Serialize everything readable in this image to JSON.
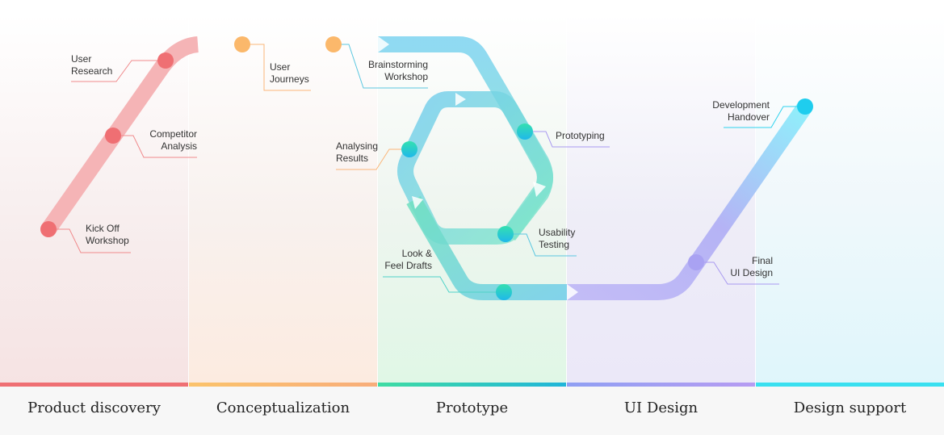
{
  "phases": [
    "Product discovery",
    "Conceptualization",
    "Prototype",
    "UI Design",
    "Design support"
  ],
  "steps": {
    "kickoff": [
      "Kick Off",
      "Workshop"
    ],
    "competitor": [
      "Competitor",
      "Analysis"
    ],
    "research": [
      "User",
      "Research"
    ],
    "journeys": [
      "User",
      "Journeys"
    ],
    "brainstorm": [
      "Brainstorming",
      "Workshop"
    ],
    "analysing": [
      "Analysing",
      "Results"
    ],
    "prototyping": [
      "Prototyping"
    ],
    "usability": [
      "Usability",
      "Testing"
    ],
    "lookfeel": [
      "Look &",
      "Feel Drafts"
    ],
    "final": [
      "Final",
      "UI Design"
    ],
    "handover": [
      "Development",
      "Handover"
    ]
  },
  "colors": {
    "red": "#ef6f73",
    "orange": "#fbb86b",
    "teal": "#3fdcb0",
    "blue": "#4fc3ec",
    "purple": "#a9a2f2",
    "cyan": "#1fd0ee"
  }
}
